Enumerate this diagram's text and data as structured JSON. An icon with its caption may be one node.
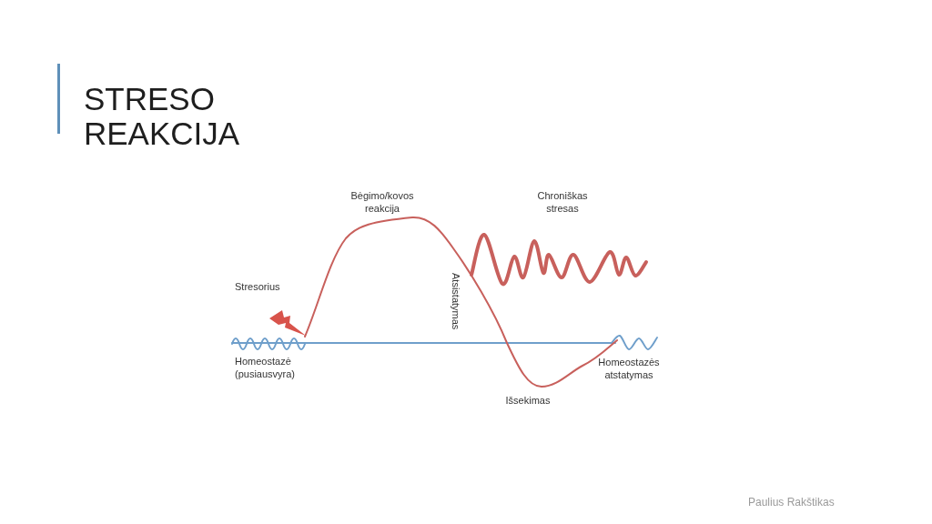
{
  "diagram": {
    "title": "STRESO REAKCIJA",
    "labels": [
      "Bėgimo/kovos reakcija",
      "Chroniškas stresas",
      "Stresorius",
      "Atsistatymas",
      "Homeostazė (pusiausvyra)",
      "Homeostazės atstatymas",
      "Išsekimas",
      "Paulius Rakštikas"
    ]
  }
}
